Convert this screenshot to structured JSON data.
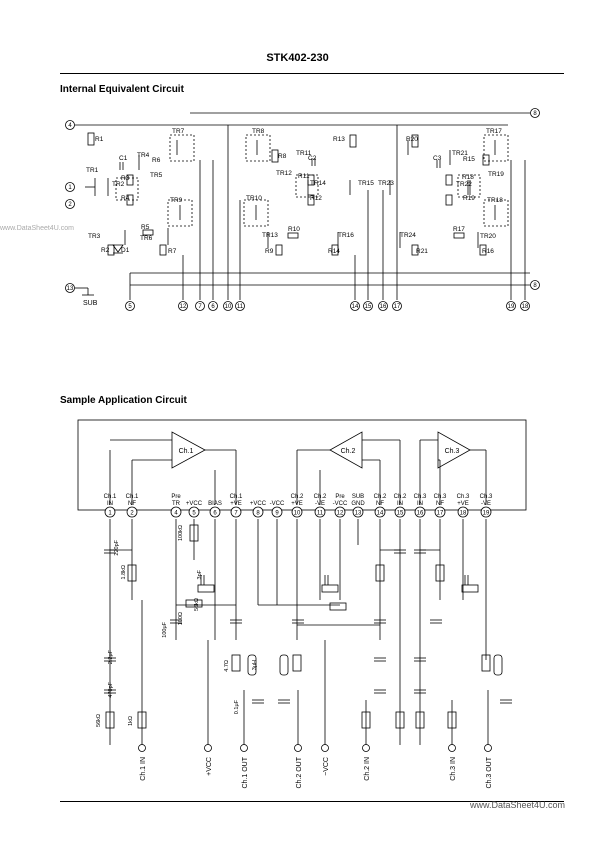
{
  "header": {
    "part_number": "STK402-230"
  },
  "sections": {
    "internal_title": "Internal Equivalent Circuit",
    "application_title": "Sample Application Circuit"
  },
  "watermark": "www.DataSheet4U.com",
  "footer_watermark": "www.DataSheet4U.com",
  "internal_circuit": {
    "transistors": [
      "TR1",
      "TR2",
      "TR3",
      "TR4",
      "TR5",
      "TR6",
      "TR7",
      "TR8",
      "TR9",
      "TR10",
      "TR11",
      "TR12",
      "TR13",
      "TR14",
      "TR15",
      "TR16",
      "TR17",
      "TR18",
      "TR19",
      "TR20",
      "TR21",
      "TR22",
      "TR23",
      "TR24"
    ],
    "resistors": [
      "R1",
      "R2",
      "R3",
      "R4",
      "R5",
      "R6",
      "R7",
      "R8",
      "R9",
      "R10",
      "R11",
      "R12",
      "R13",
      "R14",
      "R15",
      "R16",
      "R17",
      "R18",
      "R19",
      "R20",
      "R21"
    ],
    "capacitors": [
      "C1",
      "C2",
      "C3"
    ],
    "diodes": [
      "D1"
    ],
    "sub_label": "SUB"
  },
  "application_circuit": {
    "amp_labels": [
      "Ch.1",
      "Ch.2",
      "Ch.3"
    ],
    "pins": [
      {
        "num": "1",
        "label": "Ch.1\nIN"
      },
      {
        "num": "2",
        "label": "Ch.1\nNF"
      },
      {
        "num": "4",
        "label": "Pre\nTR"
      },
      {
        "num": "5",
        "label": "+VCC"
      },
      {
        "num": "6",
        "label": "BIAS"
      },
      {
        "num": "7",
        "label": "Ch.1\n+VE"
      },
      {
        "num": "8",
        "label": "+VCC"
      },
      {
        "num": "9",
        "label": "-VCC"
      },
      {
        "num": "10",
        "label": "Ch.2\n+VE"
      },
      {
        "num": "11",
        "label": "Ch.2\n-VE"
      },
      {
        "num": "12",
        "label": "Pre\n-VCC"
      },
      {
        "num": "13",
        "label": "SUB\nGND"
      },
      {
        "num": "14",
        "label": "Ch.2\nNF"
      },
      {
        "num": "15",
        "label": "Ch.2\nIN"
      },
      {
        "num": "16",
        "label": "Ch.3\nIN"
      },
      {
        "num": "17",
        "label": "Ch.3\nNF"
      },
      {
        "num": "18",
        "label": "Ch.3\n+VE"
      },
      {
        "num": "19",
        "label": "Ch.3\n-VE"
      }
    ],
    "bottom_labels": [
      "Ch.1 IN",
      "+VCC",
      "Ch.1 OUT",
      "Ch.2 OUT",
      "−VCC",
      "Ch.2 IN",
      "Ch.3 IN",
      "Ch.3 OUT"
    ],
    "component_values": [
      "220pF",
      "1.8kΩ",
      "3pF",
      "56kΩ",
      "100Ω",
      "100μF",
      "2.2μF",
      "470pF",
      "56kΩ",
      "1kΩ",
      "3μH",
      "4.7Ω",
      "0.1μF",
      "100kΩ"
    ]
  }
}
